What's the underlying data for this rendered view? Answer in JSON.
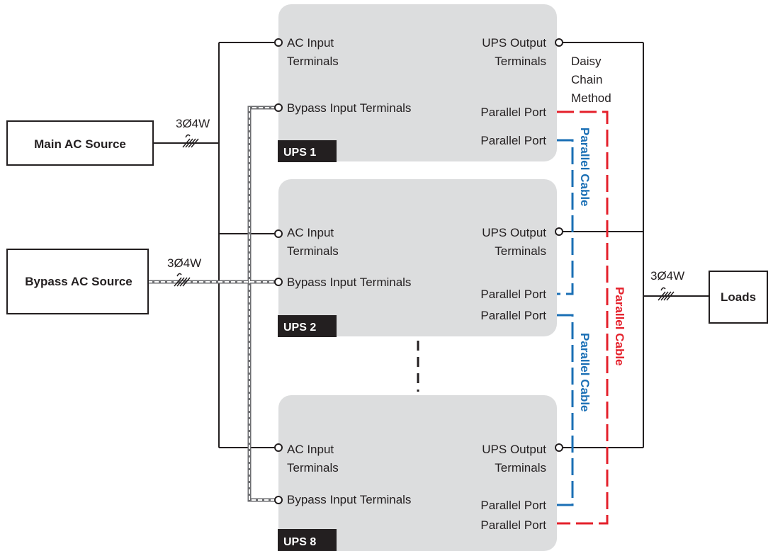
{
  "sources": {
    "main": "Main AC Source",
    "bypass": "Bypass AC Source",
    "loads": "Loads"
  },
  "wiring": {
    "main_label": "3Ø4W",
    "bypass_label": "3Ø4W",
    "load_label": "3Ø4W"
  },
  "ups_units": [
    {
      "tag": "UPS 1",
      "ac_input": [
        "AC Input",
        "Terminals"
      ],
      "bypass_input": "Bypass Input Terminals",
      "output": [
        "UPS Output",
        "Terminals"
      ],
      "parallel_port_1": "Parallel Port",
      "parallel_port_2": "Parallel Port"
    },
    {
      "tag": "UPS 2",
      "ac_input": [
        "AC Input",
        "Terminals"
      ],
      "bypass_input": "Bypass Input Terminals",
      "output": [
        "UPS Output",
        "Terminals"
      ],
      "parallel_port_1": "Parallel Port",
      "parallel_port_2": "Parallel Port"
    },
    {
      "tag": "UPS 8",
      "ac_input": [
        "AC Input",
        "Terminals"
      ],
      "bypass_input": "Bypass Input Terminals",
      "output": [
        "UPS Output",
        "Terminals"
      ],
      "parallel_port_1": "Parallel Port",
      "parallel_port_2": "Parallel Port"
    }
  ],
  "daisy_chain": [
    "Daisy",
    "Chain",
    "Method"
  ],
  "cables": {
    "blue_upper": "Parallel Cable",
    "blue_lower": "Parallel Cable",
    "red": "Parallel Cable"
  },
  "colors": {
    "ups_fill": "#dcddde",
    "ups_tag": "#231f20",
    "line": "#231f20",
    "blue_cable": "#1a6fb5",
    "red_cable": "#e4202b",
    "bypass_line": "#9d9fa2"
  }
}
